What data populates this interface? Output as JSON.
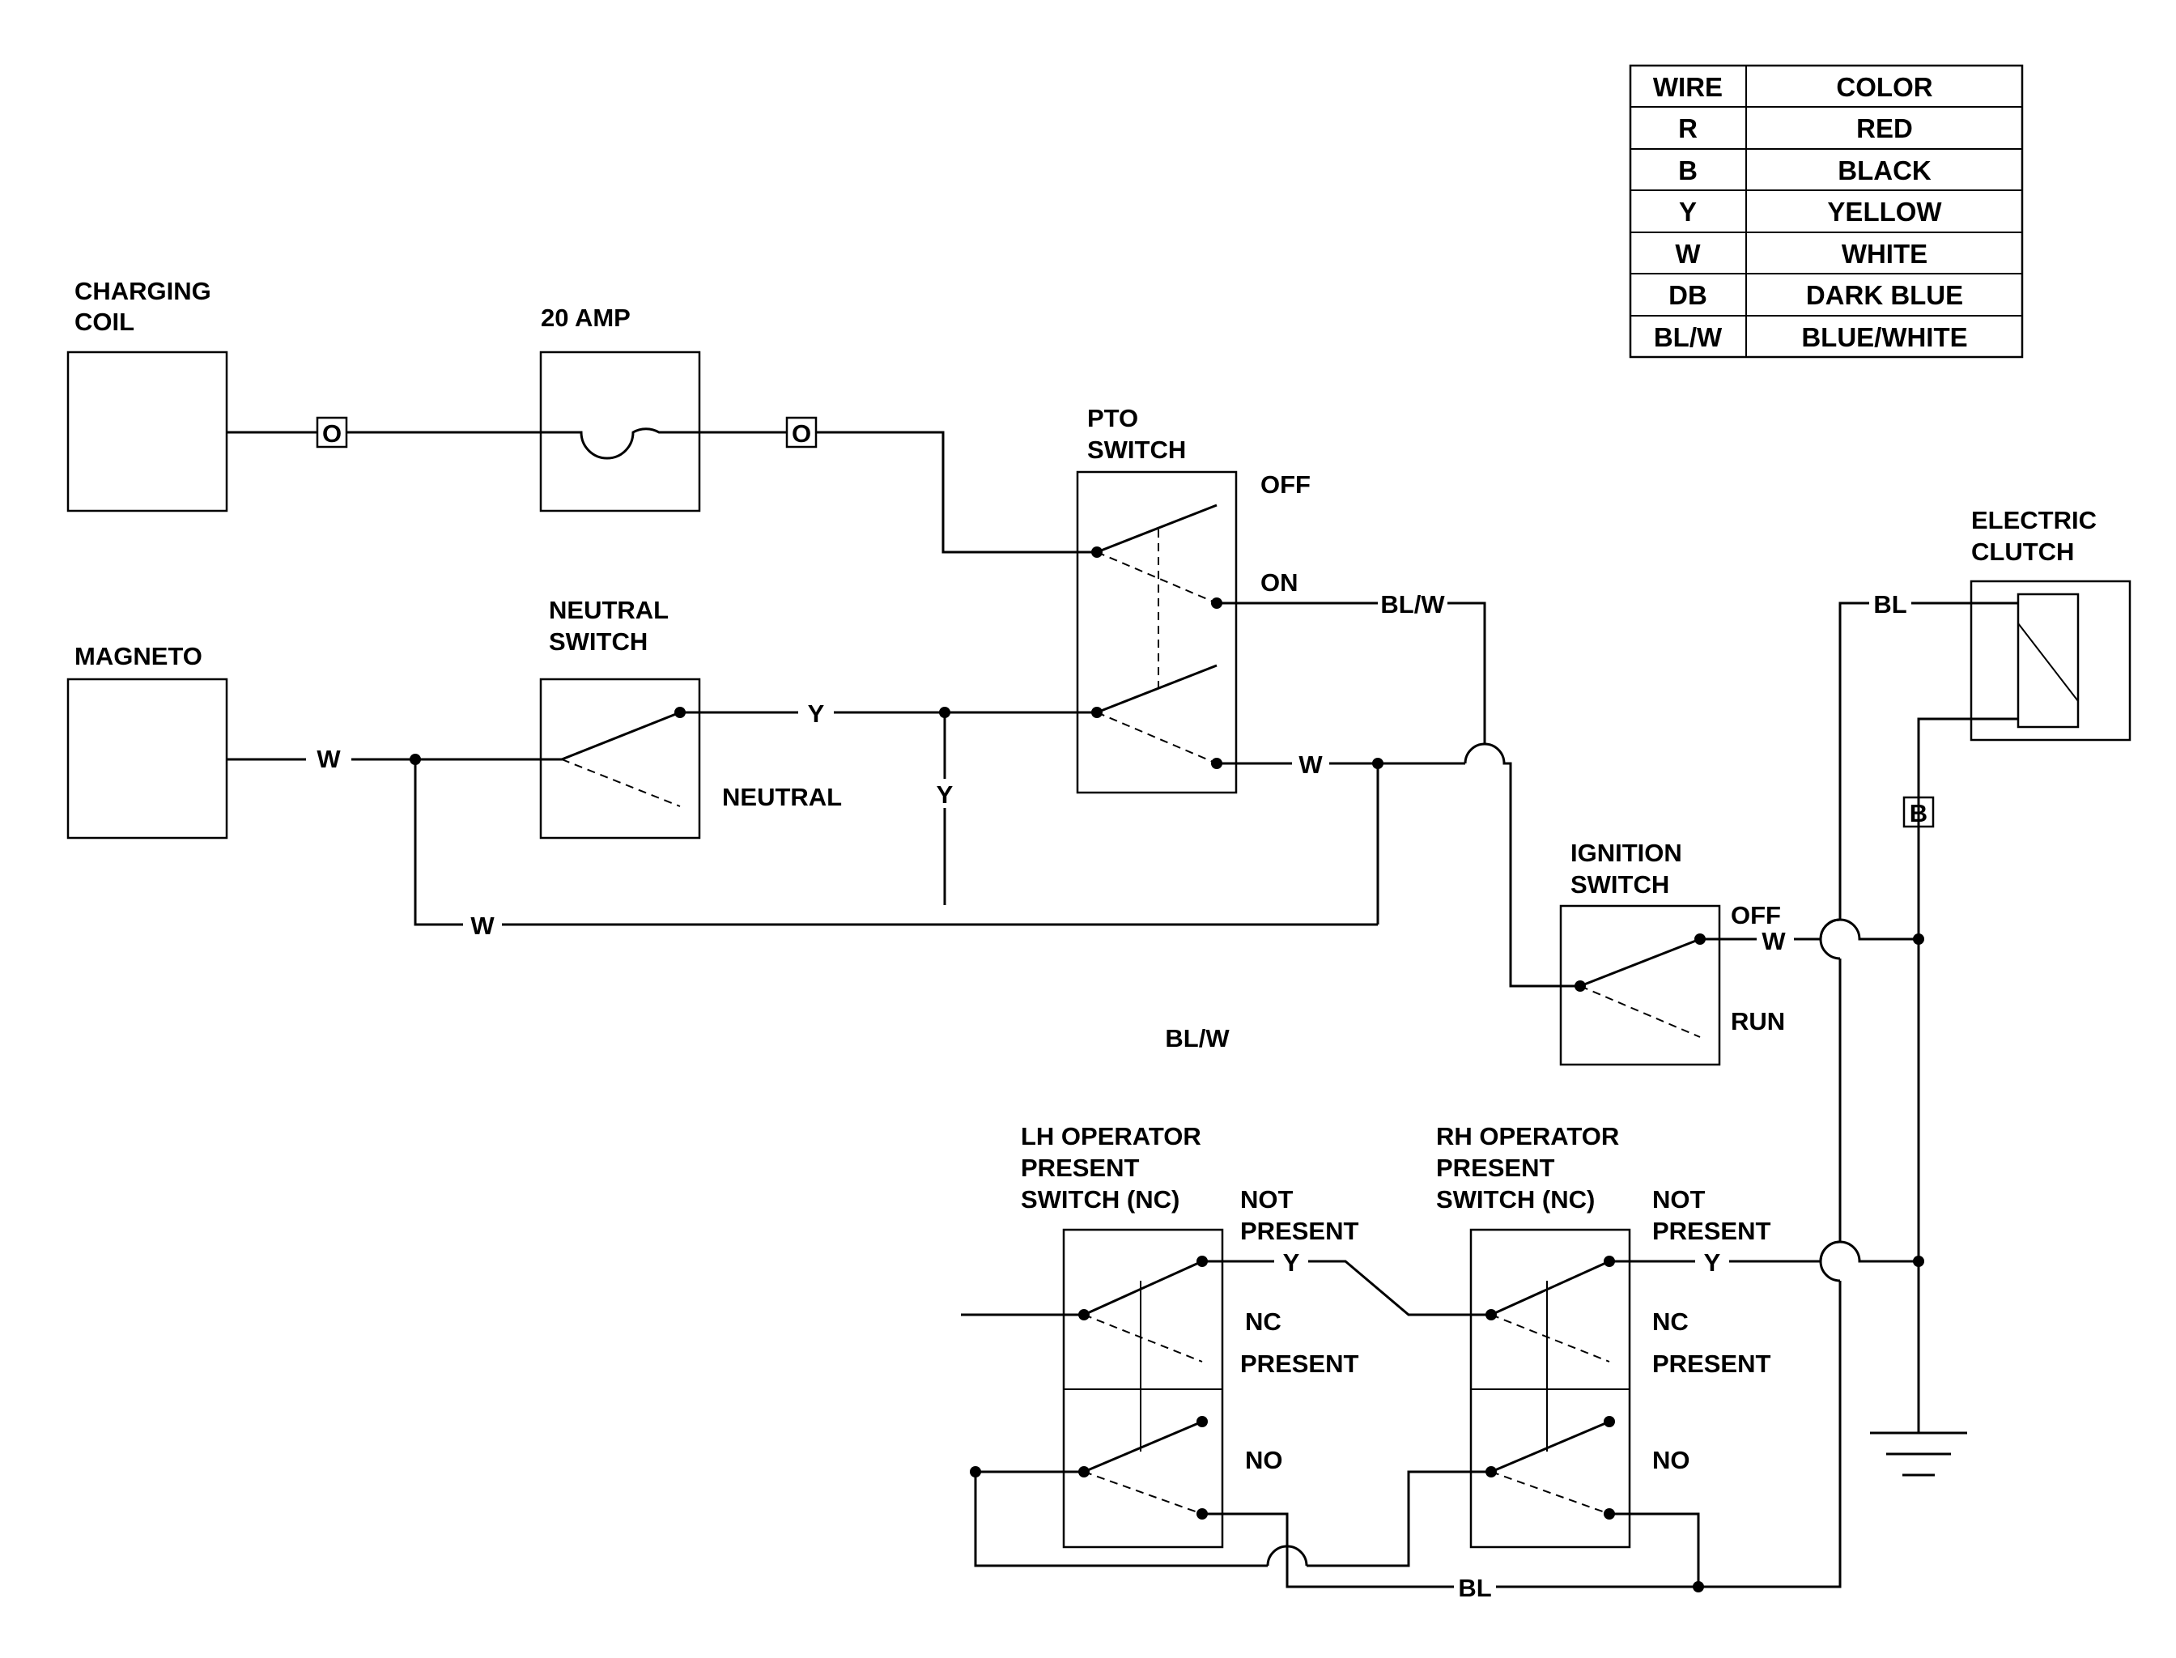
{
  "legend": {
    "header": {
      "wire": "WIRE",
      "color": "COLOR"
    },
    "rows": [
      {
        "wire": "R",
        "color": "RED"
      },
      {
        "wire": "B",
        "color": "BLACK"
      },
      {
        "wire": "Y",
        "color": "YELLOW"
      },
      {
        "wire": "W",
        "color": "WHITE"
      },
      {
        "wire": "DB",
        "color": "DARK BLUE"
      },
      {
        "wire": "BL/W",
        "color": "BLUE/WHITE"
      }
    ]
  },
  "components": {
    "charging_coil": [
      "CHARGING",
      "COIL"
    ],
    "fuse": "20 AMP",
    "magneto": "MAGNETO",
    "neutral_switch": [
      "NEUTRAL",
      "SWITCH"
    ],
    "neutral_position": "NEUTRAL",
    "pto_switch": [
      "PTO",
      "SWITCH"
    ],
    "pto_off": "OFF",
    "pto_on": "ON",
    "electric_clutch": [
      "ELECTRIC",
      "CLUTCH"
    ],
    "ignition_switch": [
      "IGNITION",
      "SWITCH"
    ],
    "ignition_off": "OFF",
    "ignition_run": "RUN",
    "lh_switch": [
      "LH OPERATOR",
      "PRESENT",
      "SWITCH (NC)"
    ],
    "rh_switch": [
      "RH OPERATOR",
      "PRESENT",
      "SWITCH (NC)"
    ],
    "not_present": [
      "NOT",
      "PRESENT"
    ],
    "nc": "NC",
    "present": "PRESENT",
    "no": "NO"
  },
  "wire_labels": {
    "orange": "O",
    "white": "W",
    "yellow": "Y",
    "blue_white": "BL/W",
    "blue": "BL",
    "black": "B"
  }
}
